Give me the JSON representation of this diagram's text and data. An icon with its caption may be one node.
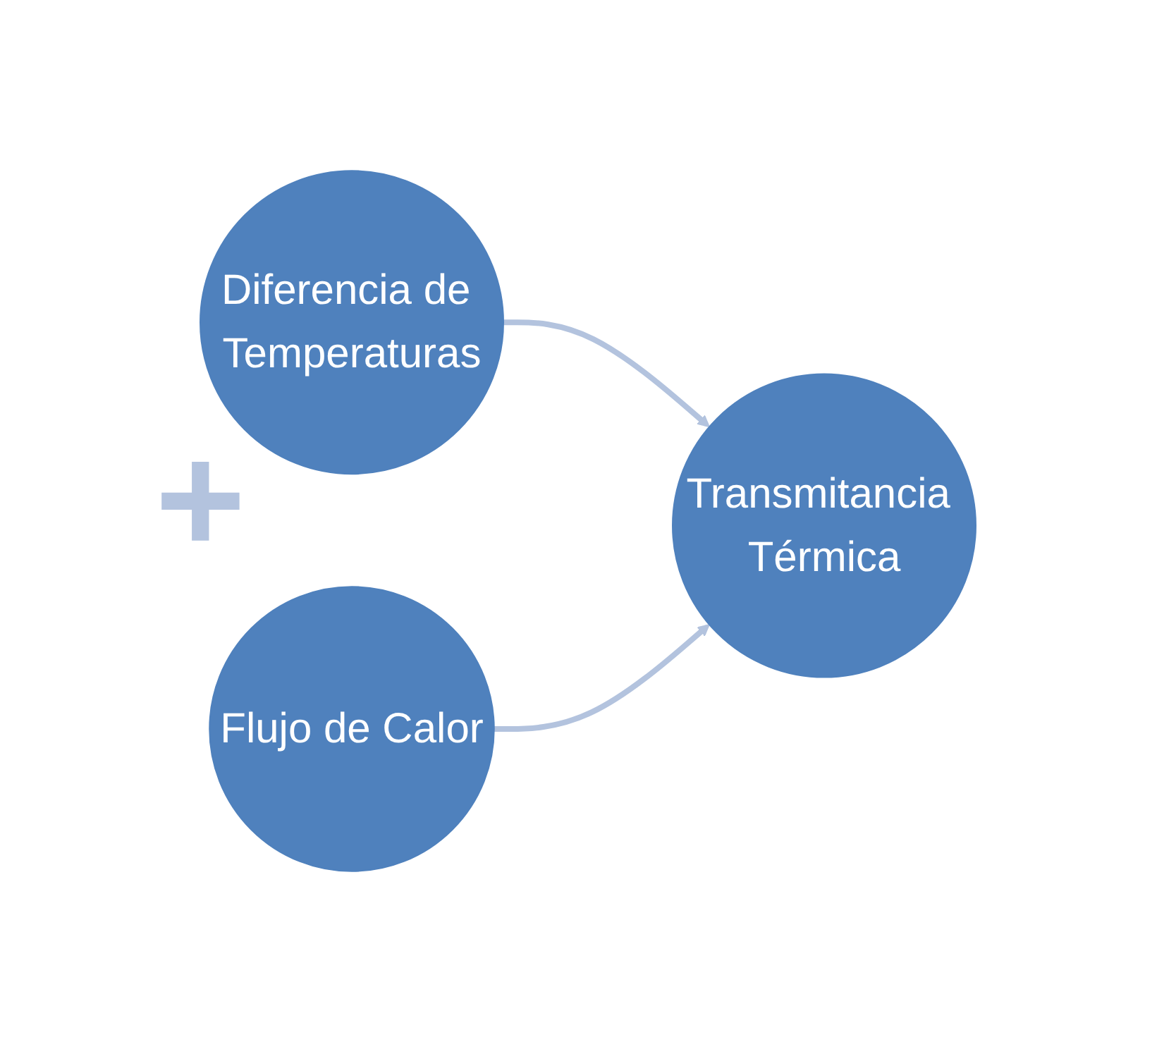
{
  "diagram": {
    "nodes": [
      {
        "text": [
          "Diferencia de Temperaturas"
        ]
      },
      {
        "text": [
          "Flujo de Calor"
        ]
      },
      {
        "text": [
          "Transmitancia Térmica"
        ]
      }
    ],
    "edges": [
      {
        "from": 0,
        "to": 2,
        "arrow": "to"
      },
      {
        "from": 1,
        "to": 2,
        "arrow": "to"
      }
    ],
    "labels": [
      "+"
    ]
  }
}
